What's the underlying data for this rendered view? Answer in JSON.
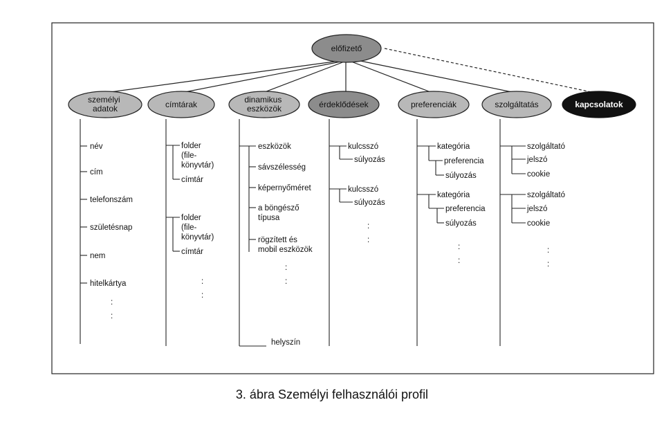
{
  "root": {
    "label": "előfizető"
  },
  "linked": {
    "label": "kapcsolatok"
  },
  "categories": [
    {
      "id": "szemelyi",
      "label_lines": [
        "személyi",
        "adatok"
      ]
    },
    {
      "id": "cimtarak",
      "label_lines": [
        "címtárak"
      ]
    },
    {
      "id": "dinamikus",
      "label_lines": [
        "dinamikus",
        "eszközök"
      ]
    },
    {
      "id": "erdeklodesek",
      "label_lines": [
        "érdeklődések"
      ]
    },
    {
      "id": "preferenciak",
      "label_lines": [
        "preferenciák"
      ]
    },
    {
      "id": "szolgaltatas",
      "label_lines": [
        "szolgáltatás"
      ]
    }
  ],
  "leaves": {
    "szemelyi": [
      "név",
      "cím",
      "telefonszám",
      "születésnap",
      "nem",
      "hitelkártya"
    ],
    "cimtarak": [
      "folder",
      "(file-",
      "könyvtár)",
      "címtár",
      "folder",
      "(file-",
      "könyvtár)",
      "címtár"
    ],
    "dinamikus": [
      "eszközök",
      "sávszélesség",
      "képernyőméret",
      "a böngésző",
      "típusa",
      "rögzített és",
      "mobil eszközök",
      "helyszín"
    ],
    "erdeklodesek": [
      "kulcsszó",
      "súlyozás",
      "kulcsszó",
      "súlyozás"
    ],
    "preferenciak": [
      "kategória",
      "preferencia",
      "súlyozás",
      "kategória",
      "preferencia",
      "súlyozás"
    ],
    "szolgaltatas": [
      "szolgáltató",
      "jelszó",
      "cookie",
      "szolgáltató",
      "jelszó",
      "cookie"
    ]
  },
  "ellipsis": ":",
  "caption": "3. ábra Személyi felhasználói profil",
  "colors": {
    "root_fill": "#8c8c8c",
    "category_fill": "#b8b8b8",
    "linked_fill": "#111111",
    "line": "#222222"
  }
}
